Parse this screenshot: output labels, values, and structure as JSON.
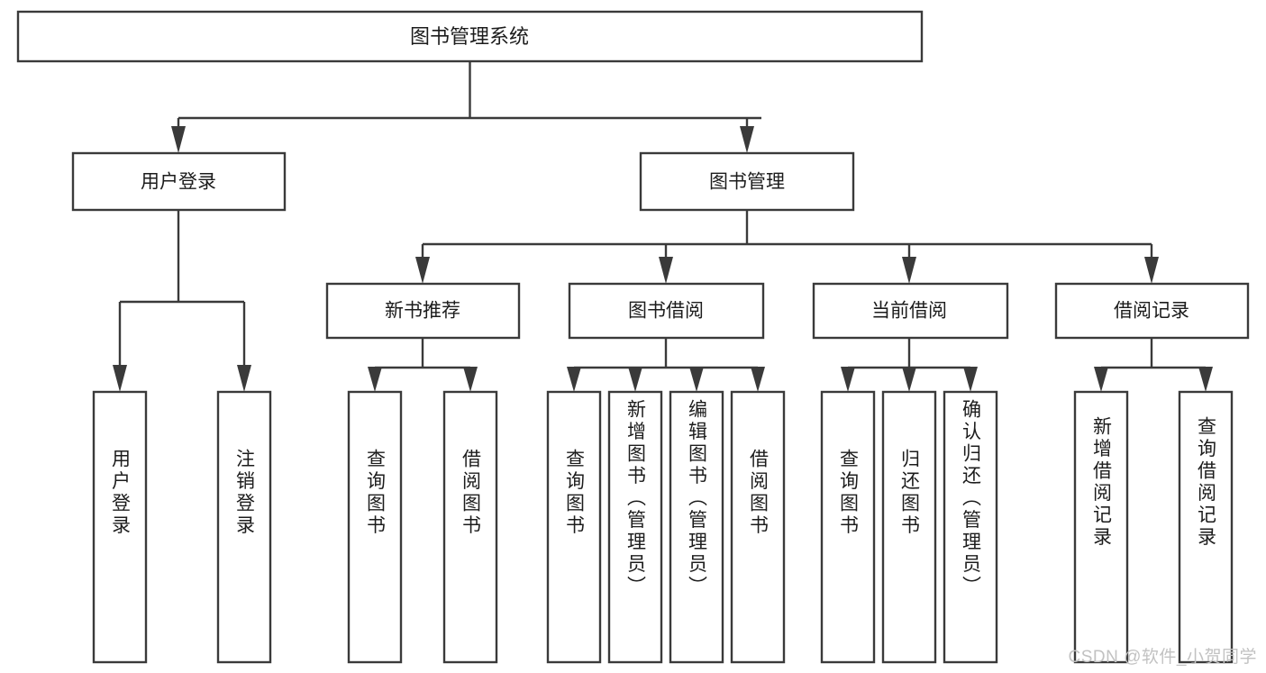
{
  "diagram": {
    "type": "tree-hierarchy-chart",
    "title": "图书管理系统",
    "stroke_color": "#3a3a3a",
    "text_color": "#1c1c1c",
    "background_color": "#ffffff",
    "root": {
      "id": "root",
      "label": "图书管理系统"
    },
    "level2": [
      {
        "id": "user-login",
        "label": "用户登录"
      },
      {
        "id": "book-manage",
        "label": "图书管理"
      }
    ],
    "level3": [
      {
        "id": "new-book-recommend",
        "label": "新书推荐",
        "parent": "book-manage"
      },
      {
        "id": "book-borrow",
        "label": "图书借阅",
        "parent": "book-manage"
      },
      {
        "id": "current-borrow",
        "label": "当前借阅",
        "parent": "book-manage"
      },
      {
        "id": "borrow-record",
        "label": "借阅记录",
        "parent": "book-manage"
      }
    ],
    "leaves": {
      "user-login": [
        {
          "id": "leaf-user-login",
          "label": "用户登录"
        },
        {
          "id": "leaf-user-logout",
          "label": "注销登录"
        }
      ],
      "new-book-recommend": [
        {
          "id": "leaf-query-book-1",
          "label": "查询图书"
        },
        {
          "id": "leaf-borrow-book-1",
          "label": "借阅图书"
        }
      ],
      "book-borrow": [
        {
          "id": "leaf-query-book-2",
          "label": "查询图书"
        },
        {
          "id": "leaf-add-book",
          "label": "新增图书（管理员）"
        },
        {
          "id": "leaf-edit-book",
          "label": "编辑图书（管理员）"
        },
        {
          "id": "leaf-borrow-book-2",
          "label": "借阅图书"
        }
      ],
      "current-borrow": [
        {
          "id": "leaf-query-book-3",
          "label": "查询图书"
        },
        {
          "id": "leaf-return-book",
          "label": "归还图书"
        },
        {
          "id": "leaf-confirm-return",
          "label": "确认归还（管理员）"
        }
      ],
      "borrow-record": [
        {
          "id": "leaf-add-record",
          "label": "新增借阅记录"
        },
        {
          "id": "leaf-query-record",
          "label": "查询借阅记录"
        }
      ]
    }
  },
  "watermark": {
    "text": "CSDN @软件_小贺同学"
  }
}
